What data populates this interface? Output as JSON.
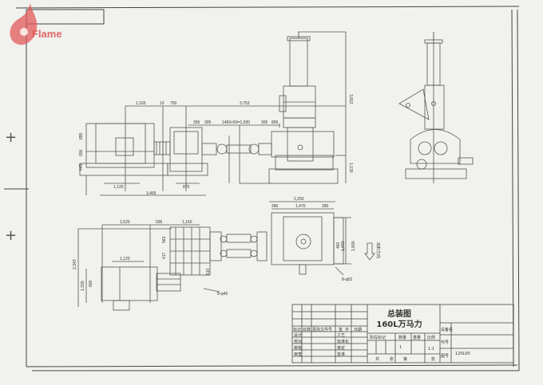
{
  "watermark": {
    "brand": "Flame",
    "icon": "flame-icon",
    "color": "#e05a5a"
  },
  "drawing": {
    "title": "总装图",
    "subtitle": "160L万马力",
    "scale": "1:1",
    "quantity": "1",
    "drawing_number": "120L00"
  },
  "title_block": {
    "left_headers": [
      "标记",
      "处数",
      "更改文件号",
      "签",
      "字",
      "日期"
    ],
    "left_rows": [
      [
        "设计",
        "",
        "工艺",
        ""
      ],
      [
        "校对",
        "",
        "标准化",
        ""
      ],
      [
        "审核",
        "",
        "审定",
        ""
      ],
      [
        "审查",
        "",
        "批准",
        ""
      ]
    ],
    "middle_headers": [
      "阶段标记",
      "数量",
      "重量",
      "比例"
    ],
    "middle_values": [
      "",
      "1",
      "",
      "1:1"
    ],
    "middle_footer": [
      "共",
      "张",
      "第",
      "张"
    ],
    "right_labels": [
      "设备名",
      "代号",
      "图号"
    ],
    "right_values": [
      "",
      "",
      "120L00"
    ]
  },
  "elevation_view": {
    "dims_top": [
      "1,165",
      "10",
      "750",
      "3,753"
    ],
    "dims_mid": [
      "355",
      "305",
      "1450+50=1,500",
      "305",
      "895"
    ],
    "dims_bottom": [
      "1,120",
      "870",
      "3,465"
    ],
    "dims_left": [
      "895",
      "600",
      "445"
    ],
    "dims_right": [
      "3,812",
      "1,130"
    ]
  },
  "plan_view": {
    "dims_top": [
      "1,520",
      "595",
      "1,160"
    ],
    "dims_inner": [
      "1,120",
      "563",
      "417",
      "2,343",
      "1,330",
      "800",
      "610"
    ],
    "anchor_note": "8-φ45",
    "mixer_dims": [
      "2,250",
      "1,470",
      "280",
      "280",
      "460",
      "1,650",
      "1,800"
    ],
    "mixer_anchor_note": "8-φ52",
    "flow_label": "出料方向"
  },
  "side_view": {
    "label": "side-elevation"
  },
  "registration_marks": [
    "+",
    "+"
  ]
}
